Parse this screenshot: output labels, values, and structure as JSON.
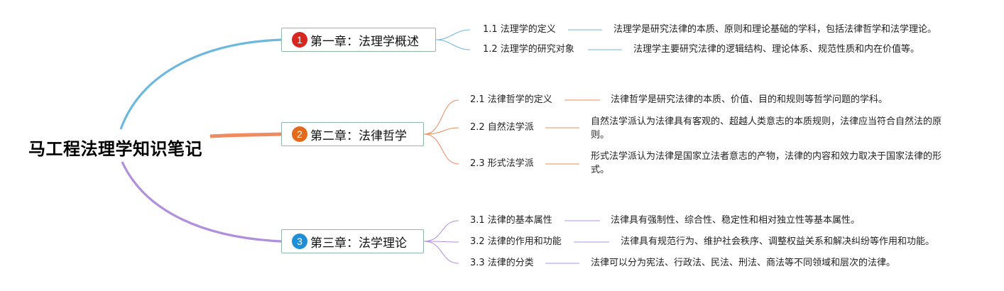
{
  "root": {
    "title": "马工程法理学知识笔记"
  },
  "chapters": [
    {
      "number": "1",
      "color": "#d7261f",
      "title": "第一章：法理学概述",
      "branch_color": "#6cb8de",
      "sections": [
        {
          "label": "1.1 法理学的定义",
          "desc": "法理学是研究法律的本质、原则和理论基础的学科，包括法律哲学和法学理论。"
        },
        {
          "label": "1.2 法理学的研究对象",
          "desc": "法理学主要研究法律的逻辑结构、理论体系、规范性质和内在价值等。"
        }
      ]
    },
    {
      "number": "2",
      "color": "#e36a1c",
      "title": "第二章：法律哲学",
      "branch_color": "#ef8b5e",
      "sections": [
        {
          "label": "2.1 法律哲学的定义",
          "desc": "法律哲学是研究法律的本质、价值、目的和规则等哲学问题的学科。"
        },
        {
          "label": "2.2 自然法学派",
          "desc": "自然法学派认为法律具有客观的、超越人类意志的本质规则，法律应当符合自然法的原则。"
        },
        {
          "label": "2.3 形式法学派",
          "desc": "形式法学派认为法律是国家立法者意志的产物，法律的内容和效力取决于国家法律的形式。"
        }
      ]
    },
    {
      "number": "3",
      "color": "#1e8fd6",
      "title": "第三章：法学理论",
      "branch_color": "#b08fdc",
      "sections": [
        {
          "label": "3.1 法律的基本属性",
          "desc": "法律具有强制性、综合性、稳定性和相对独立性等基本属性。"
        },
        {
          "label": "3.2 法律的作用和功能",
          "desc": "法律具有规范行为、维护社会秩序、调整权益关系和解决纠纷等作用和功能。"
        },
        {
          "label": "3.3 法律的分类",
          "desc": "法律可以分为宪法、行政法、民法、刑法、商法等不同领域和层次的法律。"
        }
      ]
    }
  ]
}
